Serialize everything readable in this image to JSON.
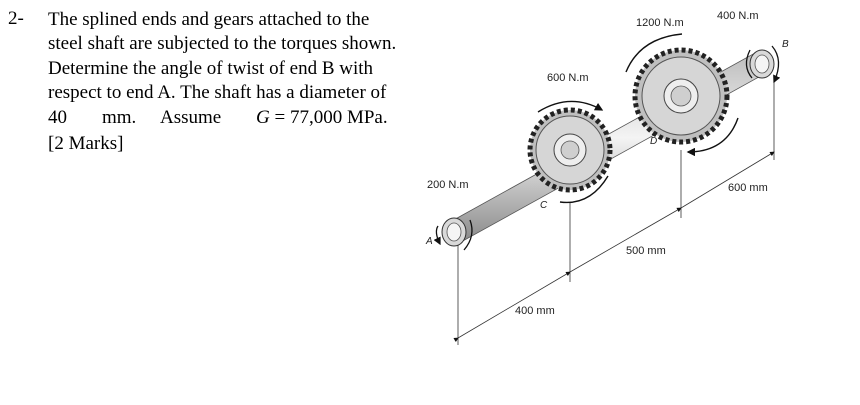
{
  "problem": {
    "number": "2-",
    "lines": [
      "The splined ends and gears attached to the",
      "steel shaft are subjected to the torques shown.",
      "Determine the angle of twist of end B with",
      "respect to end A. The shaft has a diameter of"
    ],
    "line5": {
      "a": "40",
      "b": "mm.",
      "c": "Assume",
      "d_var": "G",
      "d_rest": " = 77,000 MPa."
    },
    "marks": "[2 Marks]"
  },
  "figure": {
    "torques": {
      "a": "200 N.m",
      "c": "600 N.m",
      "d": "1200 N.m",
      "b": "400 N.m"
    },
    "lengths": {
      "ac": "400 mm",
      "cd": "500 mm",
      "db": "600 mm"
    },
    "points": {
      "a": "A",
      "b": "B",
      "c": "C",
      "d": "D"
    }
  }
}
